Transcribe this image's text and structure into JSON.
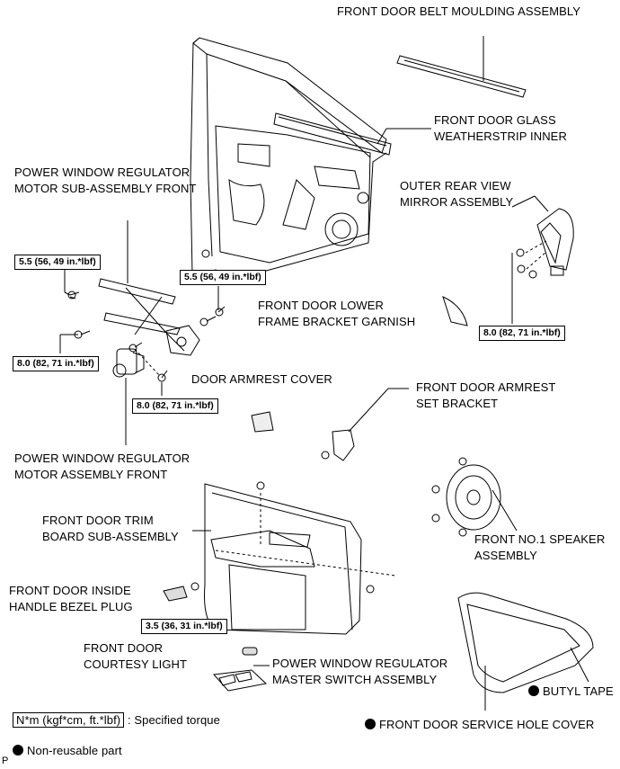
{
  "labels": {
    "belt_moulding": "FRONT DOOR BELT MOULDING ASSEMBLY",
    "glass_weatherstrip_1": "FRONT DOOR GLASS",
    "glass_weatherstrip_2": "WEATHERSTRIP INNER",
    "regulator_motor_sub_1": "POWER WINDOW REGULATOR",
    "regulator_motor_sub_2": "MOTOR SUB-ASSEMBLY FRONT",
    "mirror_1": "OUTER REAR VIEW",
    "mirror_2": "MIRROR ASSEMBLY",
    "lower_frame_1": "FRONT DOOR LOWER",
    "lower_frame_2": "FRAME BRACKET GARNISH",
    "armrest_cover": "DOOR ARMREST COVER",
    "armrest_bracket_1": "FRONT DOOR ARMREST",
    "armrest_bracket_2": "SET BRACKET",
    "regulator_motor_1": "POWER WINDOW REGULATOR",
    "regulator_motor_2": "MOTOR ASSEMBLY FRONT",
    "trim_board_1": "FRONT DOOR TRIM",
    "trim_board_2": "BOARD SUB-ASSEMBLY",
    "speaker_1": "FRONT NO.1 SPEAKER",
    "speaker_2": "ASSEMBLY",
    "bezel_plug_1": "FRONT DOOR INSIDE",
    "bezel_plug_2": "HANDLE BEZEL PLUG",
    "courtesy_1": "FRONT DOOR",
    "courtesy_2": "COURTESY LIGHT",
    "master_switch_1": "POWER WINDOW REGULATOR",
    "master_switch_2": "MASTER SWITCH ASSEMBLY",
    "butyl_tape": "BUTYL TAPE",
    "service_hole": "FRONT DOOR SERVICE HOLE COVER"
  },
  "torques": {
    "t1": "5.5 (56, 49 in.*lbf)",
    "t2": "5.5 (56, 49 in.*lbf)",
    "t3": "8.0 (82, 71 in.*lbf)",
    "t4": "8.0 (82, 71 in.*lbf)",
    "t5": "8.0 (82, 71 in.*lbf)",
    "t6": "3.5 (36, 31 in.*lbf)"
  },
  "legend": {
    "units": "N*m (kgf*cm, ft.*lbf)",
    "specified": ": Specified torque",
    "non_reusable": "Non-reusable part"
  },
  "corner_code": "P"
}
